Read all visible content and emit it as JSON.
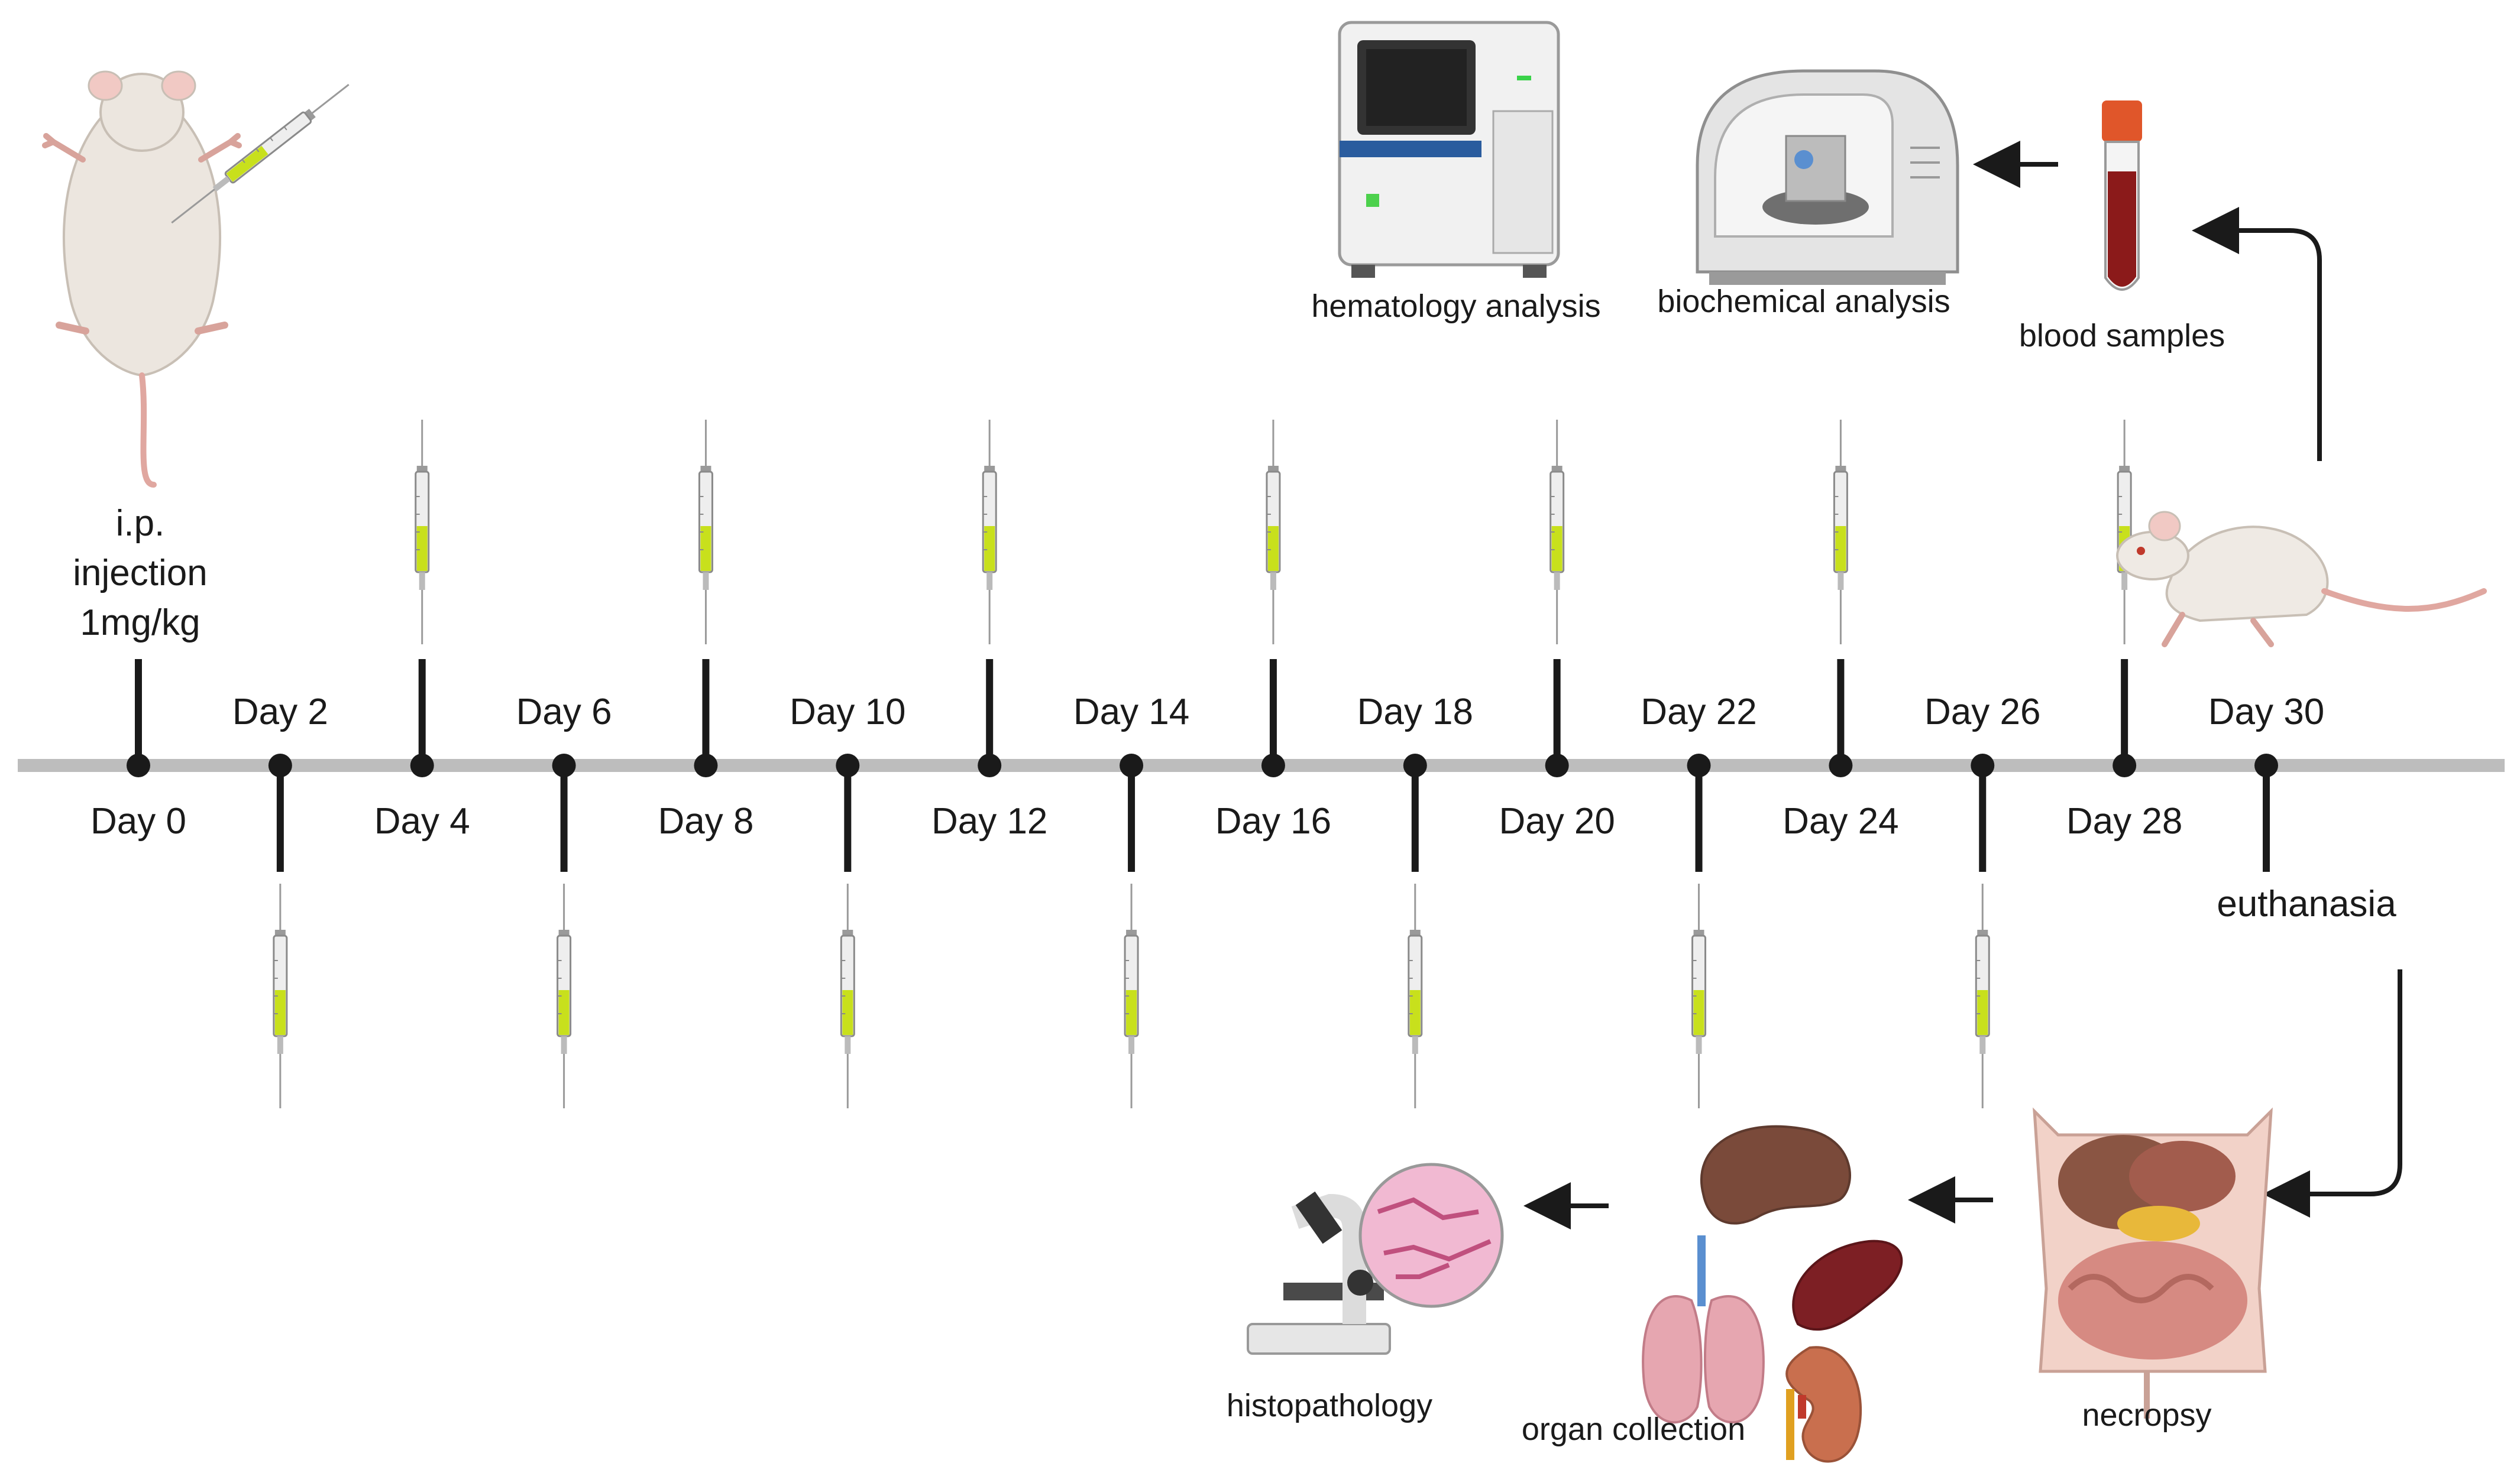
{
  "timeline": {
    "days": [
      {
        "label": "Day 0",
        "side": "down",
        "injection": false
      },
      {
        "label": "Day 2",
        "side": "down",
        "injection": true
      },
      {
        "label": "Day 4",
        "side": "up",
        "injection": true
      },
      {
        "label": "Day 6",
        "side": "down",
        "injection": true
      },
      {
        "label": "Day 8",
        "side": "up",
        "injection": true
      },
      {
        "label": "Day 10",
        "side": "down",
        "injection": true
      },
      {
        "label": "Day 12",
        "side": "up",
        "injection": true
      },
      {
        "label": "Day 14",
        "side": "down",
        "injection": true
      },
      {
        "label": "Day 16",
        "side": "up",
        "injection": true
      },
      {
        "label": "Day 18",
        "side": "down",
        "injection": true
      },
      {
        "label": "Day 20",
        "side": "up",
        "injection": true
      },
      {
        "label": "Day 22",
        "side": "down",
        "injection": true
      },
      {
        "label": "Day 24",
        "side": "up",
        "injection": true
      },
      {
        "label": "Day 26",
        "side": "down",
        "injection": true
      },
      {
        "label": "Day 28",
        "side": "up",
        "injection": true
      },
      {
        "label": "Day 30",
        "side": "down",
        "injection": false
      }
    ]
  },
  "injection_note": {
    "line1": "i.p.",
    "line2": "injection",
    "line3": "1mg/kg"
  },
  "euthanasia": "euthanasia",
  "blood": {
    "samples": "blood samples",
    "biochemical": "biochemical analysis",
    "hematology": "hematology analysis"
  },
  "tissue": {
    "necropsy": "necropsy",
    "organ_collection": "organ collection",
    "histopathology": "histopathology"
  },
  "colors": {
    "timeline": "#bdbdbd",
    "marker": "#1a1a1a",
    "syringe_fluid": "#c8e01c",
    "blood": "#8b1a1a",
    "tube_cap": "#e0562a"
  },
  "icons": [
    "mouse-icon",
    "syringe-icon",
    "hematology-analyzer-icon",
    "biochemistry-analyzer-icon",
    "blood-tube-icon",
    "necropsy-icon",
    "liver-icon",
    "lungs-icon",
    "spleen-icon",
    "kidney-icon",
    "microscope-icon",
    "tissue-slide-icon",
    "arrow-icon"
  ]
}
